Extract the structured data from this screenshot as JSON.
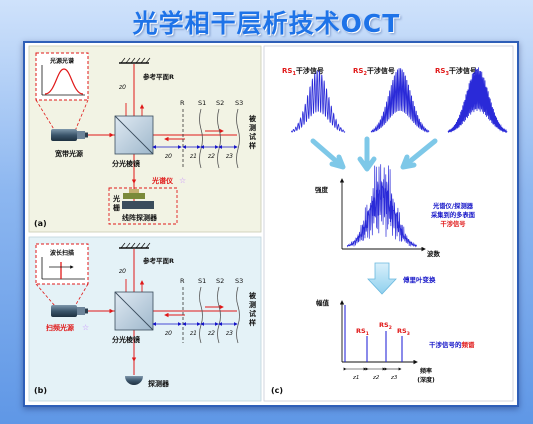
{
  "title": "光学相干层析技术OCT",
  "panels": {
    "a": {
      "label": "(a)",
      "source_box_label": "光源光谱",
      "source": "宽带光源",
      "reference": "参考平面R",
      "splitter": "分光棱镜",
      "surfaces": [
        "R",
        "S1",
        "S2",
        "S3"
      ],
      "sample": [
        "被",
        "测",
        "试",
        "样"
      ],
      "z_labels": [
        "z0",
        "z0",
        "z1",
        "z2",
        "z3"
      ],
      "spectrometer": "光谱仪",
      "grating": [
        "光",
        "栅"
      ],
      "detector": "线阵探测器"
    },
    "b": {
      "label": "(b)",
      "source_box_label": "波长扫描",
      "source": "扫频光源",
      "reference": "参考平面R",
      "splitter": "分光棱镜",
      "surfaces": [
        "R",
        "S1",
        "S2",
        "S3"
      ],
      "sample": [
        "被",
        "测",
        "试",
        "样"
      ],
      "z_labels": [
        "z0",
        "z0",
        "z1",
        "z2",
        "z3"
      ],
      "detector": "探测器"
    },
    "c": {
      "label": "(c)",
      "rs_titles": [
        {
          "rs": "RS",
          "sub": "1",
          "suffix": "干涉信号"
        },
        {
          "rs": "RS",
          "sub": "2",
          "suffix": "干涉信号"
        },
        {
          "rs": "RS",
          "sub": "3",
          "suffix": "干涉信号"
        }
      ],
      "intensity_axis": "强度",
      "wavenumber_axis": "波数",
      "combined_caption": [
        "光谱仪/探测器",
        "采集到的多表面",
        "干涉信号"
      ],
      "fourier": "傅里叶变换",
      "amplitude_axis": "幅值",
      "frequency_axis": [
        "频率",
        "(深度)"
      ],
      "peaks": [
        {
          "rs": "RS",
          "sub": "1"
        },
        {
          "rs": "RS",
          "sub": "2"
        },
        {
          "rs": "RS",
          "sub": "3"
        }
      ],
      "spectrum_caption": {
        "prefix": "干涉信号的",
        "highlight": "频谱"
      },
      "z_labels": [
        "z1",
        "z2",
        "z3"
      ]
    }
  },
  "colors": {
    "title": "#1e73e8",
    "board_border": "#2f5fb8",
    "panel_a_bg": "#f2f3e4",
    "panel_b_bg": "#e4f2f7",
    "signal": "#2a2ad8",
    "arrow_cyan": "#7ec8e8",
    "red_label": "#e01818",
    "blue_label": "#1515c8",
    "beam": "#e01818"
  }
}
